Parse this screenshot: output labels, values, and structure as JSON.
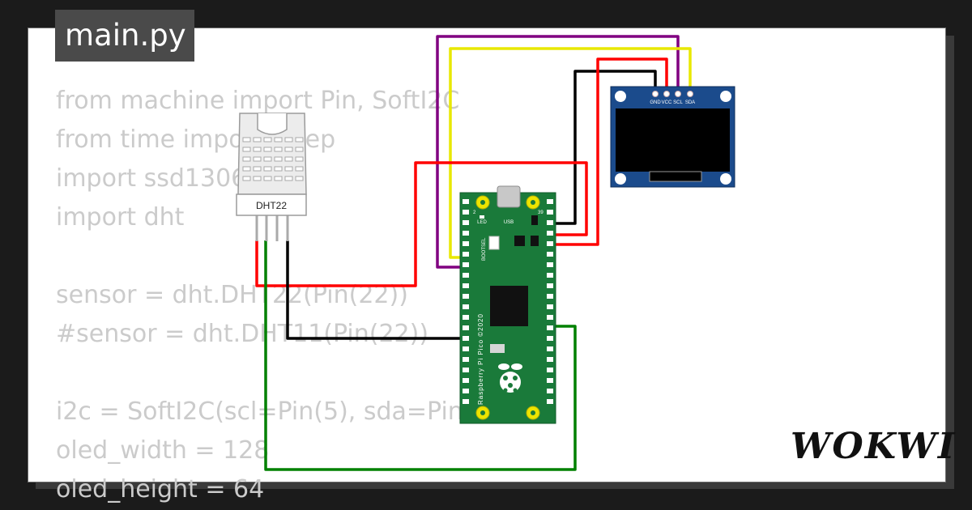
{
  "editor": {
    "filename": "main.py",
    "code_lines": [
      "from machine import Pin, SoftI2C",
      "from time import sleep",
      "import ssd1306",
      "import dht",
      "",
      "sensor = dht.DHT22(Pin(22))",
      "#sensor = dht.DHT11(Pin(22))",
      "",
      "i2c = SoftI2C(scl=Pin(5), sda=Pin(4))",
      "oled_width = 128",
      "oled_height = 64"
    ]
  },
  "components": {
    "dht": {
      "label": "DHT22"
    },
    "oled": {
      "pins": [
        "GND",
        "VCC",
        "SCL",
        "SDA"
      ]
    },
    "pico": {
      "board_text": "Raspberry Pi Pico ©2020",
      "led_label": "LED",
      "usb_label": "USB",
      "bootsel_label": "BOOTSEL",
      "pin_left_top": "2",
      "pin_right_top": "39"
    }
  },
  "wire_colors": {
    "purple": "#800080",
    "yellow": "#ffff00",
    "red": "#ff0000",
    "black": "#000000",
    "green": "#008000"
  },
  "brand": {
    "logo_text": "WOKWI"
  }
}
